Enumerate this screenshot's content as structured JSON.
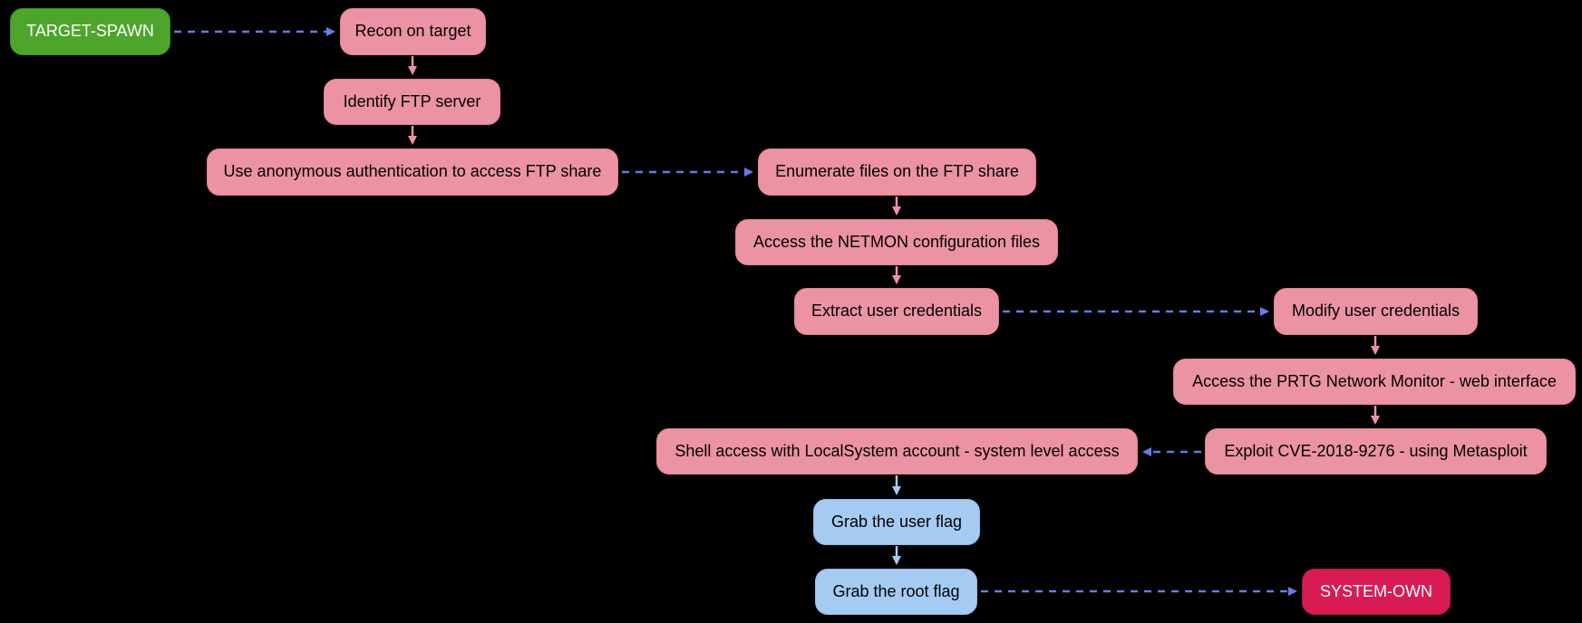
{
  "diagram": {
    "description": "Attack path flowchart from target spawn to system own",
    "colors": {
      "background": "#000000",
      "step_fill": "#EB93A3",
      "flag_fill": "#A6CBF3",
      "start_fill": "#4EA52C",
      "end_fill": "#D91B54",
      "step_text": "#000000",
      "flag_text": "#000000",
      "start_text": "#FFFFFF",
      "end_text": "#FFFFFF",
      "edge_dashed": "#647CE8",
      "edge_step": "#EB93A3",
      "edge_flag": "#A6CBF3"
    },
    "nodes": [
      {
        "id": "target-spawn",
        "label": "TARGET-SPAWN",
        "type": "start"
      },
      {
        "id": "recon",
        "label": "Recon on target",
        "type": "step"
      },
      {
        "id": "identify-ftp",
        "label": "Identify FTP server",
        "type": "step"
      },
      {
        "id": "anon-ftp-access",
        "label": "Use anonymous authentication to access FTP share",
        "type": "step"
      },
      {
        "id": "enumerate-files",
        "label": "Enumerate files on the FTP share",
        "type": "step"
      },
      {
        "id": "netmon-config",
        "label": "Access the NETMON configuration files",
        "type": "step"
      },
      {
        "id": "extract-creds",
        "label": "Extract user credentials",
        "type": "step"
      },
      {
        "id": "modify-creds",
        "label": "Modify user credentials",
        "type": "step"
      },
      {
        "id": "prtg-web",
        "label": "Access the PRTG Network Monitor - web interface",
        "type": "step"
      },
      {
        "id": "exploit-cve",
        "label": "Exploit CVE-2018-9276 - using Metasploit",
        "type": "step"
      },
      {
        "id": "shell-access",
        "label": "Shell access with LocalSystem account - system level access",
        "type": "step"
      },
      {
        "id": "user-flag",
        "label": "Grab the user flag",
        "type": "flag"
      },
      {
        "id": "root-flag",
        "label": "Grab the root flag",
        "type": "flag"
      },
      {
        "id": "system-own",
        "label": "SYSTEM-OWN",
        "type": "end"
      }
    ],
    "edges": [
      {
        "from": "target-spawn",
        "to": "recon",
        "style": "dashed"
      },
      {
        "from": "recon",
        "to": "identify-ftp",
        "style": "solid"
      },
      {
        "from": "identify-ftp",
        "to": "anon-ftp-access",
        "style": "solid"
      },
      {
        "from": "anon-ftp-access",
        "to": "enumerate-files",
        "style": "dashed"
      },
      {
        "from": "enumerate-files",
        "to": "netmon-config",
        "style": "solid"
      },
      {
        "from": "netmon-config",
        "to": "extract-creds",
        "style": "solid"
      },
      {
        "from": "extract-creds",
        "to": "modify-creds",
        "style": "dashed"
      },
      {
        "from": "modify-creds",
        "to": "prtg-web",
        "style": "solid"
      },
      {
        "from": "prtg-web",
        "to": "exploit-cve",
        "style": "solid"
      },
      {
        "from": "exploit-cve",
        "to": "shell-access",
        "style": "dashed"
      },
      {
        "from": "shell-access",
        "to": "user-flag",
        "style": "solid"
      },
      {
        "from": "user-flag",
        "to": "root-flag",
        "style": "solid"
      },
      {
        "from": "root-flag",
        "to": "system-own",
        "style": "dashed"
      }
    ]
  }
}
